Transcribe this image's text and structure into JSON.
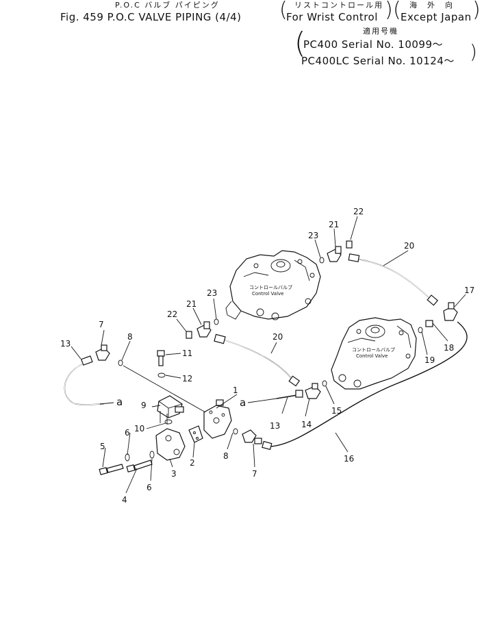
{
  "header": {
    "title_jp": "P.O.C バルブ パイピング",
    "figure_title": "Fig. 459 P.O.C VALVE PIPING (4/4)",
    "wrist_jp": "リストコントロール用",
    "wrist_en": "For Wrist Control",
    "region_jp": "海　外　向",
    "region_en": "Except Japan",
    "applicable_jp": "適用号機",
    "serial_1": "PC400    Serial No. 10099～",
    "serial_2": "PC400LC Serial No. 10124～"
  },
  "valves": [
    {
      "label_jp": "コントロールバルブ",
      "label_en": "Control Valve"
    },
    {
      "label_jp": "コントロールバルブ",
      "label_en": "Control Valve"
    }
  ],
  "callouts": {
    "n1": "1",
    "n2": "2",
    "n3": "3",
    "n4": "4",
    "n5": "5",
    "n6a": "6",
    "n6b": "6",
    "n7a": "7",
    "n7b": "7",
    "n8a": "8",
    "n8b": "8",
    "n9": "9",
    "n10": "10",
    "n11": "11",
    "n12": "12",
    "n13a": "13",
    "n13b": "13",
    "n14": "14",
    "n15": "15",
    "n16": "16",
    "n17": "17",
    "n18": "18",
    "n19": "19",
    "n20a": "20",
    "n20b": "20",
    "n21a": "21",
    "n21b": "21",
    "n22a": "22",
    "n22b": "22",
    "n23a": "23",
    "n23b": "23",
    "ref_a1": "a",
    "ref_a2": "a"
  }
}
